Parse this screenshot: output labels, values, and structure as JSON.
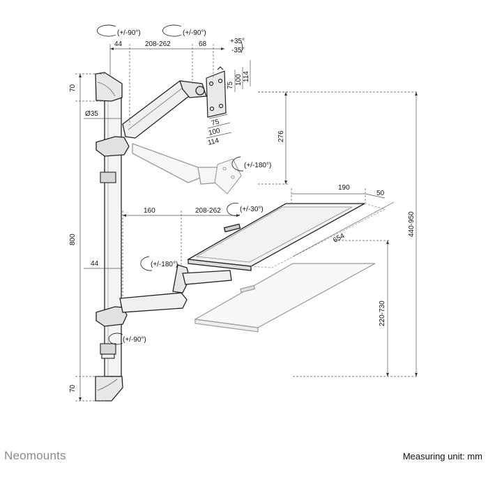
{
  "footer": {
    "brand": "Neomounts",
    "measuring_unit": "Measuring unit: mm"
  },
  "dimensions": {
    "top_offset": "44",
    "arm_span_top": "208-262",
    "head_offset": "68",
    "rot_top_left": "(+/-90°)",
    "rot_top_right": "(+/-90°)",
    "tilt_up": "+35°",
    "tilt_down": "-35°",
    "vesa_v75": "75",
    "vesa_v100": "100",
    "vesa_v114": "114",
    "vesa_h75": "75",
    "vesa_h100": "100",
    "vesa_h114": "114",
    "pole_diameter": "Ø35",
    "top_bracket": "70",
    "monitor_travel": "276",
    "monitor_rotation": "(+/-180°)",
    "pole_length": "800",
    "overall_height": "440-950",
    "tray_width": "190",
    "tray_edge": "50",
    "tray_depth": "654",
    "lower_offset": "160",
    "arm_span_lower": "208-262",
    "tray_tilt": "(+/-30°)",
    "lower_pole_offset": "44",
    "lower_rotation": "(+/-180°)",
    "lower_pivot": "(+/-90°)",
    "tray_height_range": "220-730",
    "bottom_bracket": "70"
  }
}
